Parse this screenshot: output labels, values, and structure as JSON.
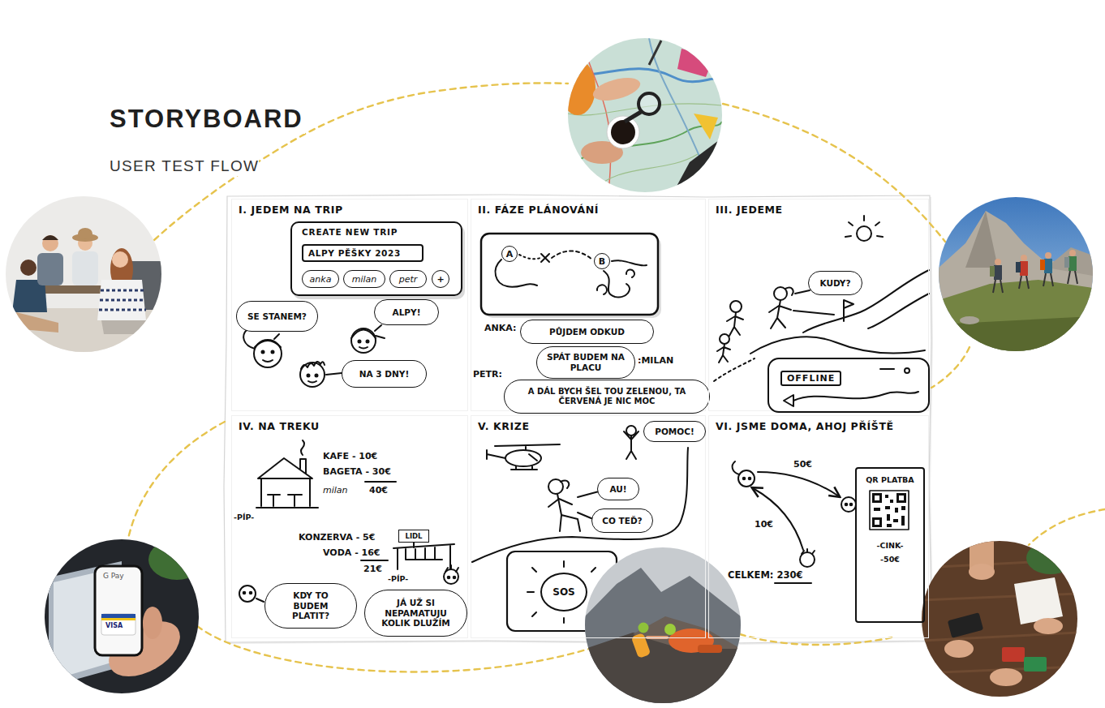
{
  "diagram": {
    "title": "STORYBOARD",
    "nodes": [
      {
        "text": [
          "I. JEDEM NA TRIP"
        ]
      },
      {
        "text": [
          "CREATE NEW TRIP"
        ],
        "in": 0
      },
      {
        "text": [
          "ALPY PĚŠKY 2023"
        ],
        "in": 1
      },
      {
        "text": [
          "anka"
        ],
        "in": 1
      },
      {
        "text": [
          "milan"
        ],
        "in": 1
      },
      {
        "text": [
          "petr"
        ],
        "in": 1
      },
      {
        "text": [
          "+"
        ],
        "in": 1
      },
      {
        "text": [
          "SE STANEM?"
        ],
        "in": 0
      },
      {
        "text": [
          "ALPY!"
        ],
        "in": 0
      },
      {
        "text": [
          "NA 3 DNY!"
        ],
        "in": 0
      },
      {
        "text": [
          "II. FÁZE PLÁNOVÁNÍ"
        ]
      },
      {
        "text": [
          "A"
        ],
        "in": 10
      },
      {
        "text": [
          "B"
        ],
        "in": 10
      },
      {
        "text": [
          "PŮJDEM ODKUD"
        ],
        "in": 10
      },
      {
        "text": [
          "SPÁT BUDEM NA PLACU"
        ],
        "in": 10
      },
      {
        "text": [
          "A DÁL BYCH ŠEL TOU ZELENOU, TA ČERVENÁ JE NIC MOC"
        ],
        "in": 10
      },
      {
        "text": [
          "III. JEDEME"
        ]
      },
      {
        "text": [
          "KUDY?"
        ],
        "in": 16
      },
      {
        "text": [
          "OFFLINE"
        ],
        "in": 16
      },
      {
        "text": [
          "IV. NA TREKU"
        ]
      },
      {
        "text": [
          "LIDL"
        ],
        "in": 19
      },
      {
        "text": [
          "KDY TO BUDEM PLATIT?"
        ],
        "in": 19
      },
      {
        "text": [
          "JÁ UŽ SI NEPAMATUJU KOLIK DLUŽÍM"
        ],
        "in": 19
      },
      {
        "text": [
          "V. KRIZE"
        ]
      },
      {
        "text": [
          "POMOC!"
        ],
        "in": 23
      },
      {
        "text": [
          "AU!"
        ],
        "in": 23
      },
      {
        "text": [
          "CO TEĎ?"
        ],
        "in": 23
      },
      {
        "text": [
          "SOS"
        ],
        "in": 23
      },
      {
        "text": [
          "VI. JSME DOMA, AHOJ PŘÍŠTĚ"
        ]
      },
      {
        "text": [
          "QR PLATBA",
          "-CINK-",
          "-50€"
        ],
        "in": 28
      }
    ],
    "labels": [
      "USER TEST FLOW",
      "ANKA:",
      ":MILAN",
      "PETR:",
      "KAFE - 10€",
      "BAGETA - 30€",
      "milan",
      "40€",
      "-PÍP-",
      "KONZERVA - 5€",
      "VODA - 16€",
      "21€",
      "-PÍP-",
      "50€",
      "10€",
      "CELKEM: 230€",
      "G Pay",
      "VISA"
    ]
  }
}
